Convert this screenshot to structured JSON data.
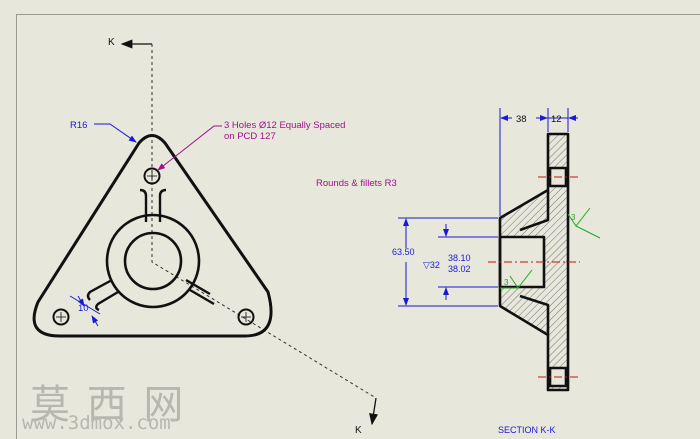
{
  "colors": {
    "background": "#e7e7dc",
    "outline": "#111111",
    "dimension": "#1a1ad6",
    "note": "#a0108c",
    "centerline": "#cc1010",
    "finish": "#22aa22",
    "watermark": "#b7b7ae"
  },
  "section_marks": {
    "top": "K",
    "bottom": "K"
  },
  "front_view": {
    "radius_label": "R16",
    "holes_note_line1": "3 Holes Ø12 Equally Spaced",
    "holes_note_line2": "on PCD 127",
    "boss_dim": "10"
  },
  "notes": {
    "rounds_fillets": "Rounds & fillets R3"
  },
  "section_view": {
    "dim_top_left": "38",
    "dim_top_right": "12",
    "dim_height": "63.50",
    "bore_depth": "▽32",
    "bore_upper": "38.10",
    "bore_lower": "38.02",
    "finish_1": "3",
    "finish_2": "3",
    "title": "SECTION K-K"
  },
  "watermark": {
    "chinese": "莫 西 网",
    "url": "www.3dmox.com"
  }
}
